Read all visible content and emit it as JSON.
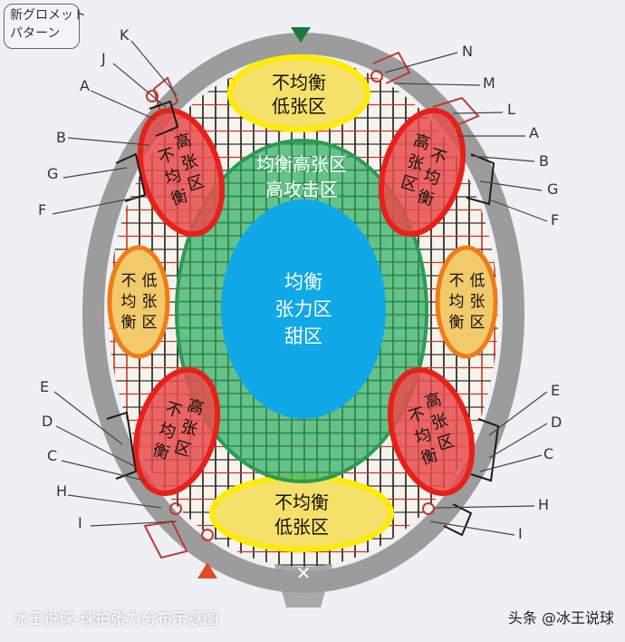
{
  "header_label": {
    "line1": "新グロメット",
    "line2": "パターン"
  },
  "letters": {
    "left": [
      "K",
      "J",
      "A",
      "B",
      "G",
      "F",
      "E",
      "D",
      "C",
      "H",
      "I"
    ],
    "right": [
      "N",
      "M",
      "L",
      "A",
      "B",
      "G",
      "F",
      "E",
      "D",
      "C",
      "H",
      "I"
    ]
  },
  "zones": {
    "top_unbalanced_low": [
      "不均衡",
      "低张区"
    ],
    "bottom_unbalanced_low": [
      "不均衡",
      "低张区"
    ],
    "balanced_high": [
      "均衡高张区",
      "高攻击区"
    ],
    "sweet_spot": [
      "均衡",
      "张力区",
      "甜区"
    ],
    "red_high_chars": [
      "高",
      "张",
      "区",
      "不",
      "均",
      "衡"
    ],
    "orange_chars": [
      "不",
      "低",
      "均",
      "张",
      "衡",
      "区"
    ]
  },
  "caption": "冰王说球-球拍张力分布示意图",
  "watermark": "头条 @冰王说球",
  "colors": {
    "frame": "#9a9a9a",
    "string_red": "#c0392b",
    "string_black": "#1a1a1a",
    "yellow": "#f5e06a",
    "yellow_border": "#ffec00",
    "red": "#e84c4c",
    "red_border": "#e8201a",
    "orange": "#f2c96b",
    "orange_border": "#f07c15",
    "green": "#34b36a",
    "green_border": "#2b9a55",
    "blue": "#11a8e8",
    "marker_green": "#1a7a3a",
    "marker_red": "#e04a2a"
  }
}
